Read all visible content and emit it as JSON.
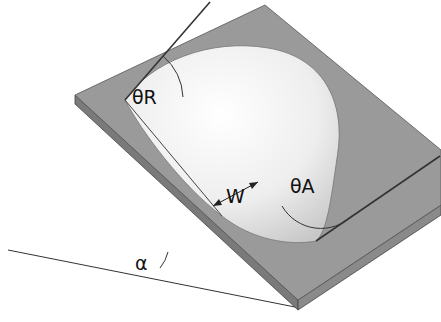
{
  "diagram": {
    "labels": [
      "θR",
      "W",
      "θA",
      "α"
    ]
  }
}
